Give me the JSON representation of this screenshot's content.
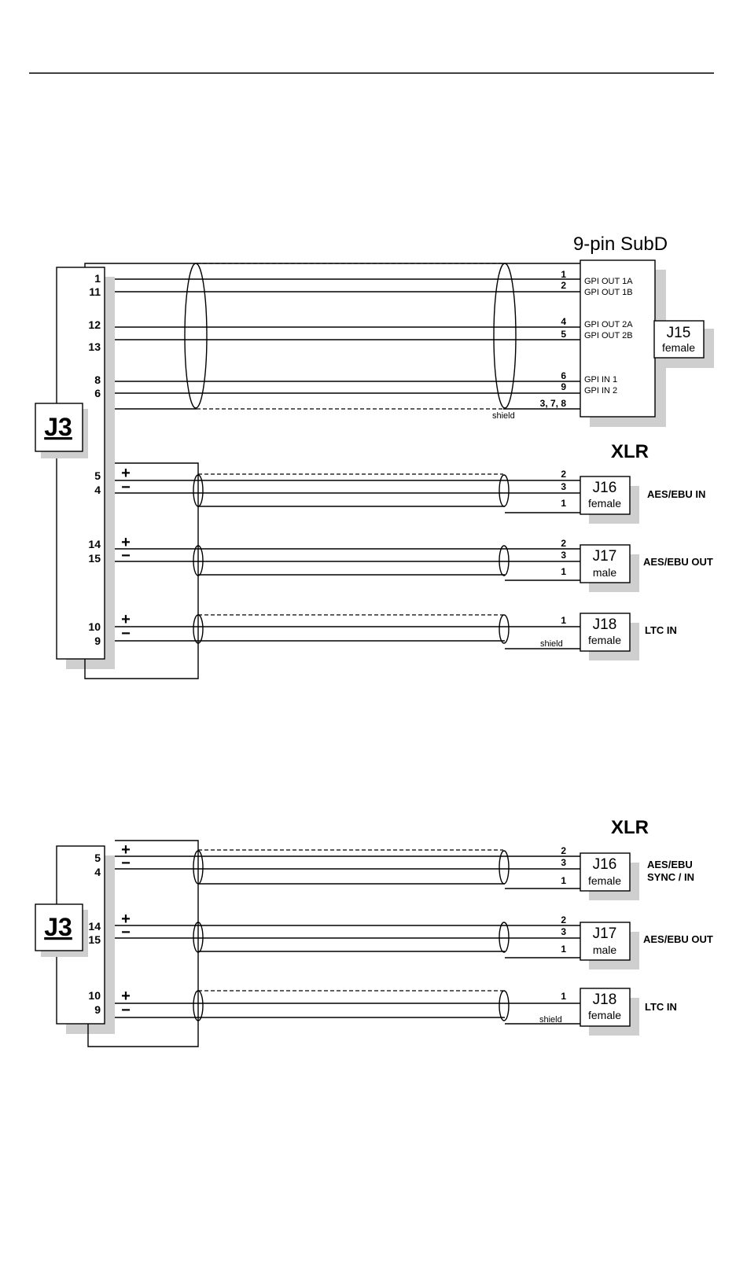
{
  "section1": {
    "subd_title": "9-pin SubD",
    "xlr_title": "XLR",
    "j3_label": "J3",
    "j3_pins": [
      "1",
      "11",
      "12",
      "13",
      "8",
      "6",
      "5",
      "4",
      "14",
      "15",
      "10",
      "9"
    ],
    "j15": {
      "label": "J15",
      "sub": "female",
      "pins": [
        "1",
        "2",
        "4",
        "5",
        "6",
        "9",
        "3, 7, 8"
      ],
      "signals": [
        "GPI OUT 1A",
        "GPI OUT 1B",
        "GPI OUT 2A",
        "GPI OUT 2B",
        "GPI IN 1",
        "GPI IN 2"
      ],
      "shield": "shield"
    },
    "xlr": [
      {
        "label": "J16",
        "sub": "female",
        "pins": [
          "2",
          "3",
          "1"
        ],
        "desc": "AES/EBU IN"
      },
      {
        "label": "J17",
        "sub": "male",
        "pins": [
          "2",
          "3",
          "1"
        ],
        "desc": "AES/EBU OUT"
      },
      {
        "label": "J18",
        "sub": "female",
        "pins": [
          "1"
        ],
        "shield": "shield",
        "desc": "LTC IN"
      }
    ]
  },
  "section2": {
    "xlr_title": "XLR",
    "j3_label": "J3",
    "j3_pins": [
      "5",
      "4",
      "14",
      "15",
      "10",
      "9"
    ],
    "xlr": [
      {
        "label": "J16",
        "sub": "female",
        "pins": [
          "2",
          "3",
          "1"
        ],
        "desc1": "AES/EBU",
        "desc2": "SYNC / IN"
      },
      {
        "label": "J17",
        "sub": "male",
        "pins": [
          "2",
          "3",
          "1"
        ],
        "desc": "AES/EBU OUT"
      },
      {
        "label": "J18",
        "sub": "female",
        "pins": [
          "1"
        ],
        "shield": "shield",
        "desc": "LTC IN"
      }
    ]
  },
  "symbols": {
    "plus": "+",
    "minus": "−"
  }
}
